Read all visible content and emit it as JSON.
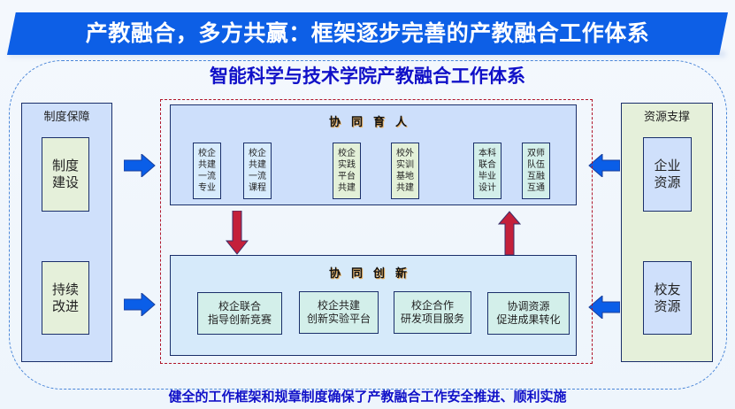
{
  "title": "产教融合，多方共赢：框架逐步完善的产教融合工作体系",
  "subtitle": "智能科学与技术学院产教融合工作体系",
  "left_column": {
    "title": "制度保障",
    "items": [
      "制度\n建设",
      "持续\n改进"
    ]
  },
  "right_column": {
    "title": "资源支撑",
    "items": [
      "企业\n资源",
      "校友\n资源"
    ]
  },
  "top_panel": {
    "title": "协同育人",
    "items": [
      "校企\n共建\n一流\n专业",
      "校企\n共建\n一流\n课程",
      "校企\n实践\n平台\n共建",
      "校外\n实训\n基地\n共建",
      "本科\n联合\n毕业\n设计",
      "双师\n队伍\n互融\n互通"
    ]
  },
  "bottom_panel": {
    "title": "协同创新",
    "items": [
      "校企联合\n指导创新竞赛",
      "校企共建\n创新实验平台",
      "校企合作\n研发项目服务",
      "协调资源\n促进成果转化"
    ]
  },
  "footer": "健全的工作框架和规章制度确保了产教融合工作安全推进、顺利实施",
  "colors": {
    "banner": "#0d5fe6",
    "heading_text": "#1010c8",
    "blue_arrow": "#0a5ee8",
    "red_arrow": "#c4203a",
    "red_frame": "#b0152a",
    "outline": "#1a2f6a"
  }
}
